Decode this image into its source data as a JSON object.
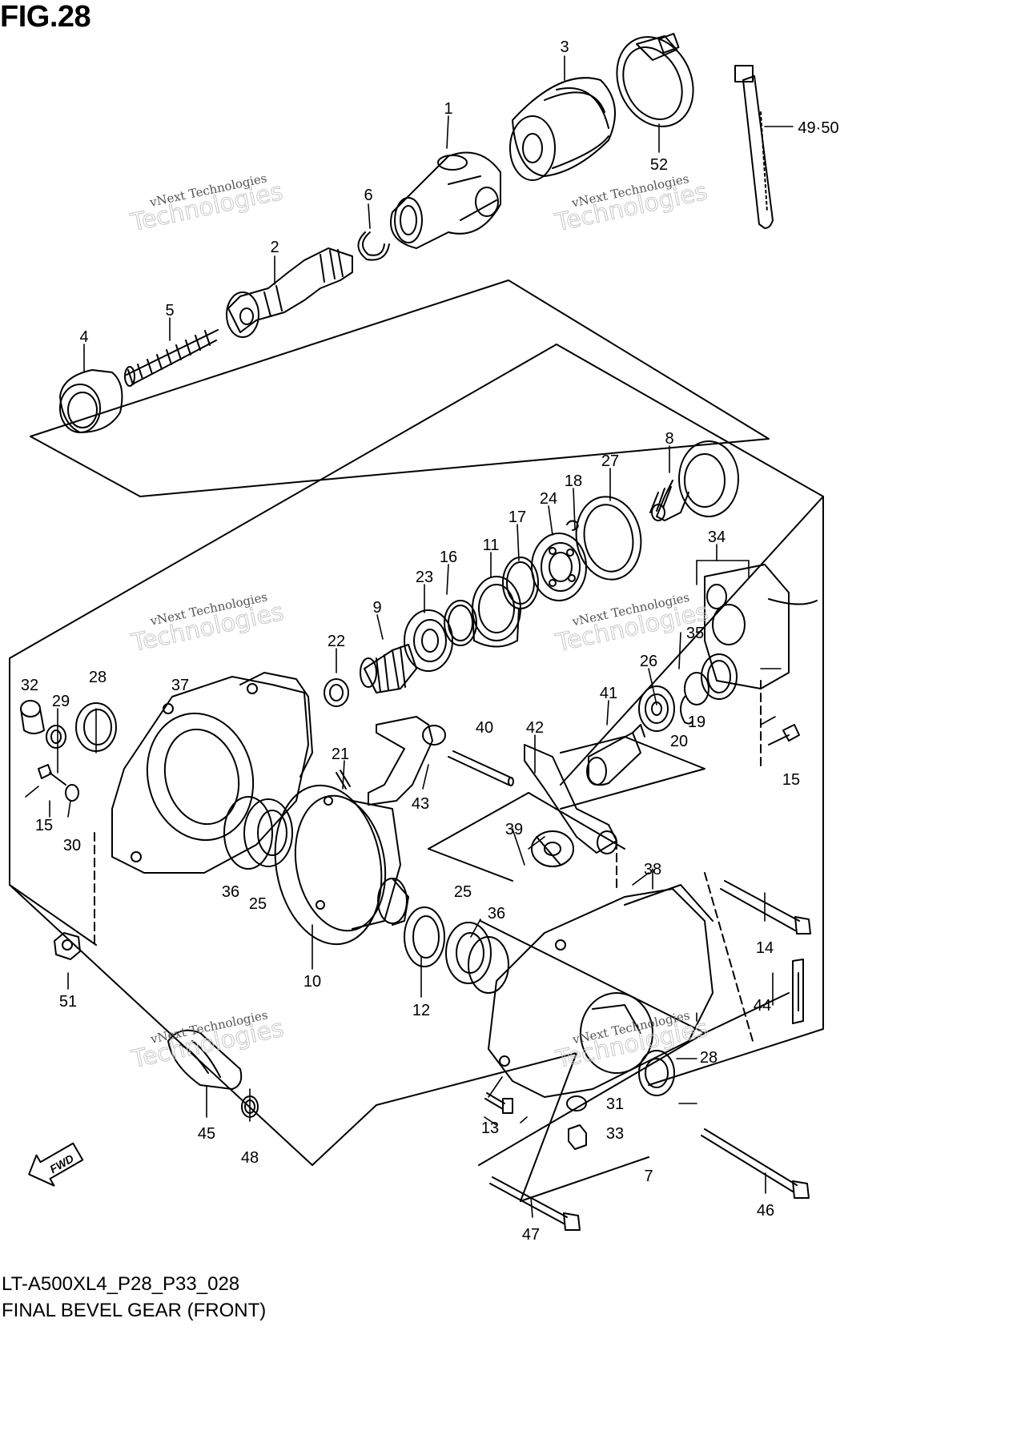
{
  "figure": {
    "number": "FIG.28",
    "code": "LT-A500XL4_P28_P33_028",
    "name": "FINAL BEVEL GEAR (FRONT)"
  },
  "watermark": {
    "line1": "vNext Technologies",
    "line2": "Technologies",
    "line3": "vNext"
  },
  "fwd_label": "FWD",
  "callouts": [
    "1",
    "2",
    "3",
    "4",
    "5",
    "6",
    "7",
    "8",
    "9",
    "10",
    "11",
    "12",
    "13",
    "14",
    "15",
    "15",
    "16",
    "17",
    "18",
    "19",
    "20",
    "21",
    "22",
    "23",
    "24",
    "25",
    "25",
    "26",
    "27",
    "28",
    "28",
    "29",
    "30",
    "31",
    "32",
    "33",
    "34",
    "35",
    "36",
    "36",
    "37",
    "38",
    "39",
    "40",
    "41",
    "42",
    "43",
    "44",
    "45",
    "46",
    "47",
    "48",
    "49·50",
    "51",
    "52"
  ]
}
